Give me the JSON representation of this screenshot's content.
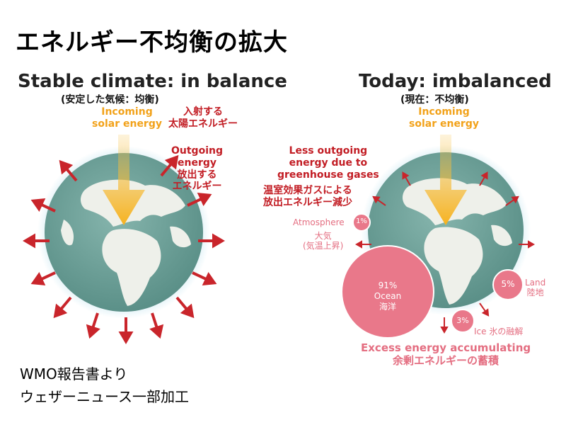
{
  "main_title": "エネルギー不均衡の拡大",
  "left_panel": {
    "title": "Stable climate: in balance",
    "subtitle": "(安定した気候：均衡)",
    "incoming": [
      "Incoming",
      "solar energy"
    ],
    "incoming_jp": [
      "入射する",
      "太陽エネルギー"
    ],
    "outgoing": [
      "Outgoing",
      "energy",
      "放出する",
      "エネルギー"
    ]
  },
  "right_panel": {
    "title": "Today: imbalanced",
    "subtitle": "(現在：不均衡)",
    "incoming": [
      "Incoming",
      "solar energy"
    ],
    "less_outgoing": [
      "Less outgoing",
      "energy due to",
      "greenhouse gases"
    ],
    "less_outgoing_jp": [
      "温室効果ガスによる",
      "放出エネルギー減少"
    ],
    "atmosphere": {
      "label": "Atmosphere",
      "percent": "1%",
      "jp": [
        "大気",
        "(気温上昇)"
      ]
    },
    "ocean": {
      "percent": "91%",
      "label": "Ocean",
      "jp": "海洋"
    },
    "land": {
      "percent": "5%",
      "label": "Land",
      "jp": "陸地"
    },
    "ice": {
      "percent": "3%",
      "label": "Ice",
      "jp": "氷の融解"
    },
    "excess": [
      "Excess energy accumulating",
      "余剰エネルギーの蓄積"
    ]
  },
  "credit": [
    "WMO報告書より",
    "ウェザーニュース一部加工"
  ],
  "colors": {
    "ocean_globe": "#6fa39a",
    "land": "#eef0ea",
    "glow": "#c6e6f0",
    "orange": "#f2a21a",
    "arrow_red": "#c9252b",
    "pink": "#e46e81"
  }
}
